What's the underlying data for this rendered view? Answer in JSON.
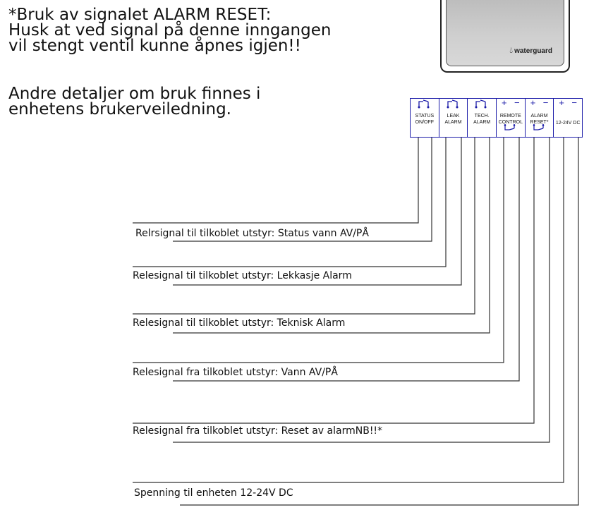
{
  "notes": {
    "alarm_reset": [
      "*Bruk av signalet ALARM RESET:",
      "Husk at ved signal på denne inngangen",
      "vil stengt ventil kunne åpnes igjen!!"
    ],
    "details": [
      "Andre detaljer om bruk finnes i",
      "enhetens brukerveiledning."
    ]
  },
  "device": {
    "logo": "waterguard"
  },
  "terminal": {
    "cells": [
      {
        "symbol": "relay-icon",
        "lines": [
          "STATUS",
          "ON/OFF"
        ]
      },
      {
        "symbol": "relay-icon",
        "lines": [
          "LEAK",
          "ALARM"
        ]
      },
      {
        "symbol": "relay-icon",
        "lines": [
          "TECH.",
          "ALARM"
        ]
      },
      {
        "symbol": "plus-minus",
        "lines": [
          "REMOTE",
          "CONTROL"
        ],
        "bottom_symbol": "switch-icon"
      },
      {
        "symbol": "plus-minus",
        "lines": [
          "ALARM",
          "RESET*"
        ],
        "bottom_symbol": "switch-icon"
      },
      {
        "symbol": "plus-minus",
        "lines": [
          "12-24V DC"
        ]
      }
    ],
    "plus": "+",
    "minus": "−"
  },
  "wire_color": "#333333",
  "terminal_color": "#1a1aa8",
  "labels": [
    "Relrsignal til tilkoblet utstyr: Status vann AV/PÅ",
    "Relesignal til tilkoblet utstyr: Lekkasje Alarm",
    "Relesignal til tilkoblet utstyr: Teknisk Alarm",
    "Relesignal fra tilkoblet utstyr:  Vann AV/PÅ",
    "Relesignal fra tilkoblet utstyr:  Reset av alarmNB!!*",
    "Spenning til enheten 12-24V DC"
  ]
}
